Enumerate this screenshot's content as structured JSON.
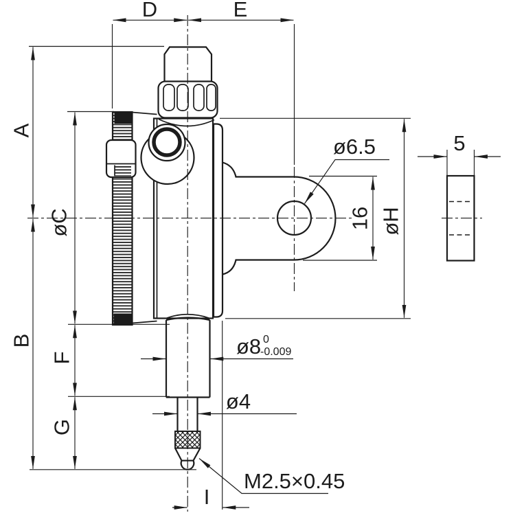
{
  "drawing": {
    "kind": "dial-indicator-dimension-drawing",
    "line_color": "#1c1c1c",
    "background_color": "#ffffff"
  },
  "labels": {
    "a": "A",
    "b": "B",
    "c": "øC",
    "d": "D",
    "e": "E",
    "f": "F",
    "g": "G",
    "i": "I",
    "hole_diameter": "ø6.5",
    "lug_end_height": "16",
    "body_diameter": "øH",
    "lug_thickness": "5",
    "stem_diameter": "ø8",
    "stem_tolerance_upper": "0",
    "stem_tolerance_lower": "-0.009",
    "spindle_diameter": "ø4",
    "contact_point_thread": "M2.5×0.45"
  }
}
